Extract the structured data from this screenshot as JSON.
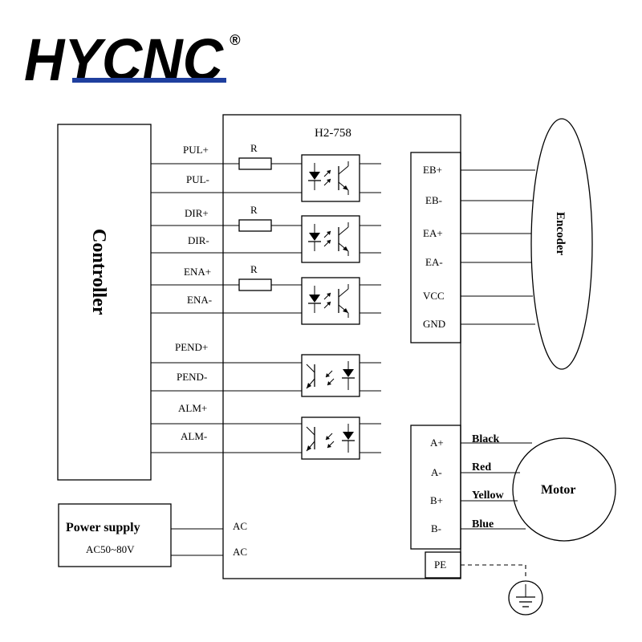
{
  "brand": {
    "name": "HYCNC",
    "registered": "®",
    "underline_color": "#1f3f9e"
  },
  "driver": {
    "model": "H2-758"
  },
  "controller": {
    "label": "Controller"
  },
  "signals": {
    "pul_plus": "PUL+",
    "pul_minus": "PUL-",
    "dir_plus": "DIR+",
    "dir_minus": "DIR-",
    "ena_plus": "ENA+",
    "ena_minus": "ENA-",
    "pend_plus": "PEND+",
    "pend_minus": "PEND-",
    "alm_plus": "ALM+",
    "alm_minus": "ALM-"
  },
  "resistor_label": "R",
  "encoder": {
    "label": "Encoder",
    "pins": [
      "EB+",
      "EB-",
      "EA+",
      "EA-",
      "VCC",
      "GND"
    ]
  },
  "motor": {
    "label": "Motor",
    "pins": [
      "A+",
      "A-",
      "B+",
      "B-"
    ],
    "wires": [
      "Black",
      "Red",
      "Yellow",
      "Blue"
    ]
  },
  "power": {
    "label": "Power supply",
    "spec": "AC50~80V",
    "ac1": "AC",
    "ac2": "AC"
  },
  "pe_label": "PE"
}
